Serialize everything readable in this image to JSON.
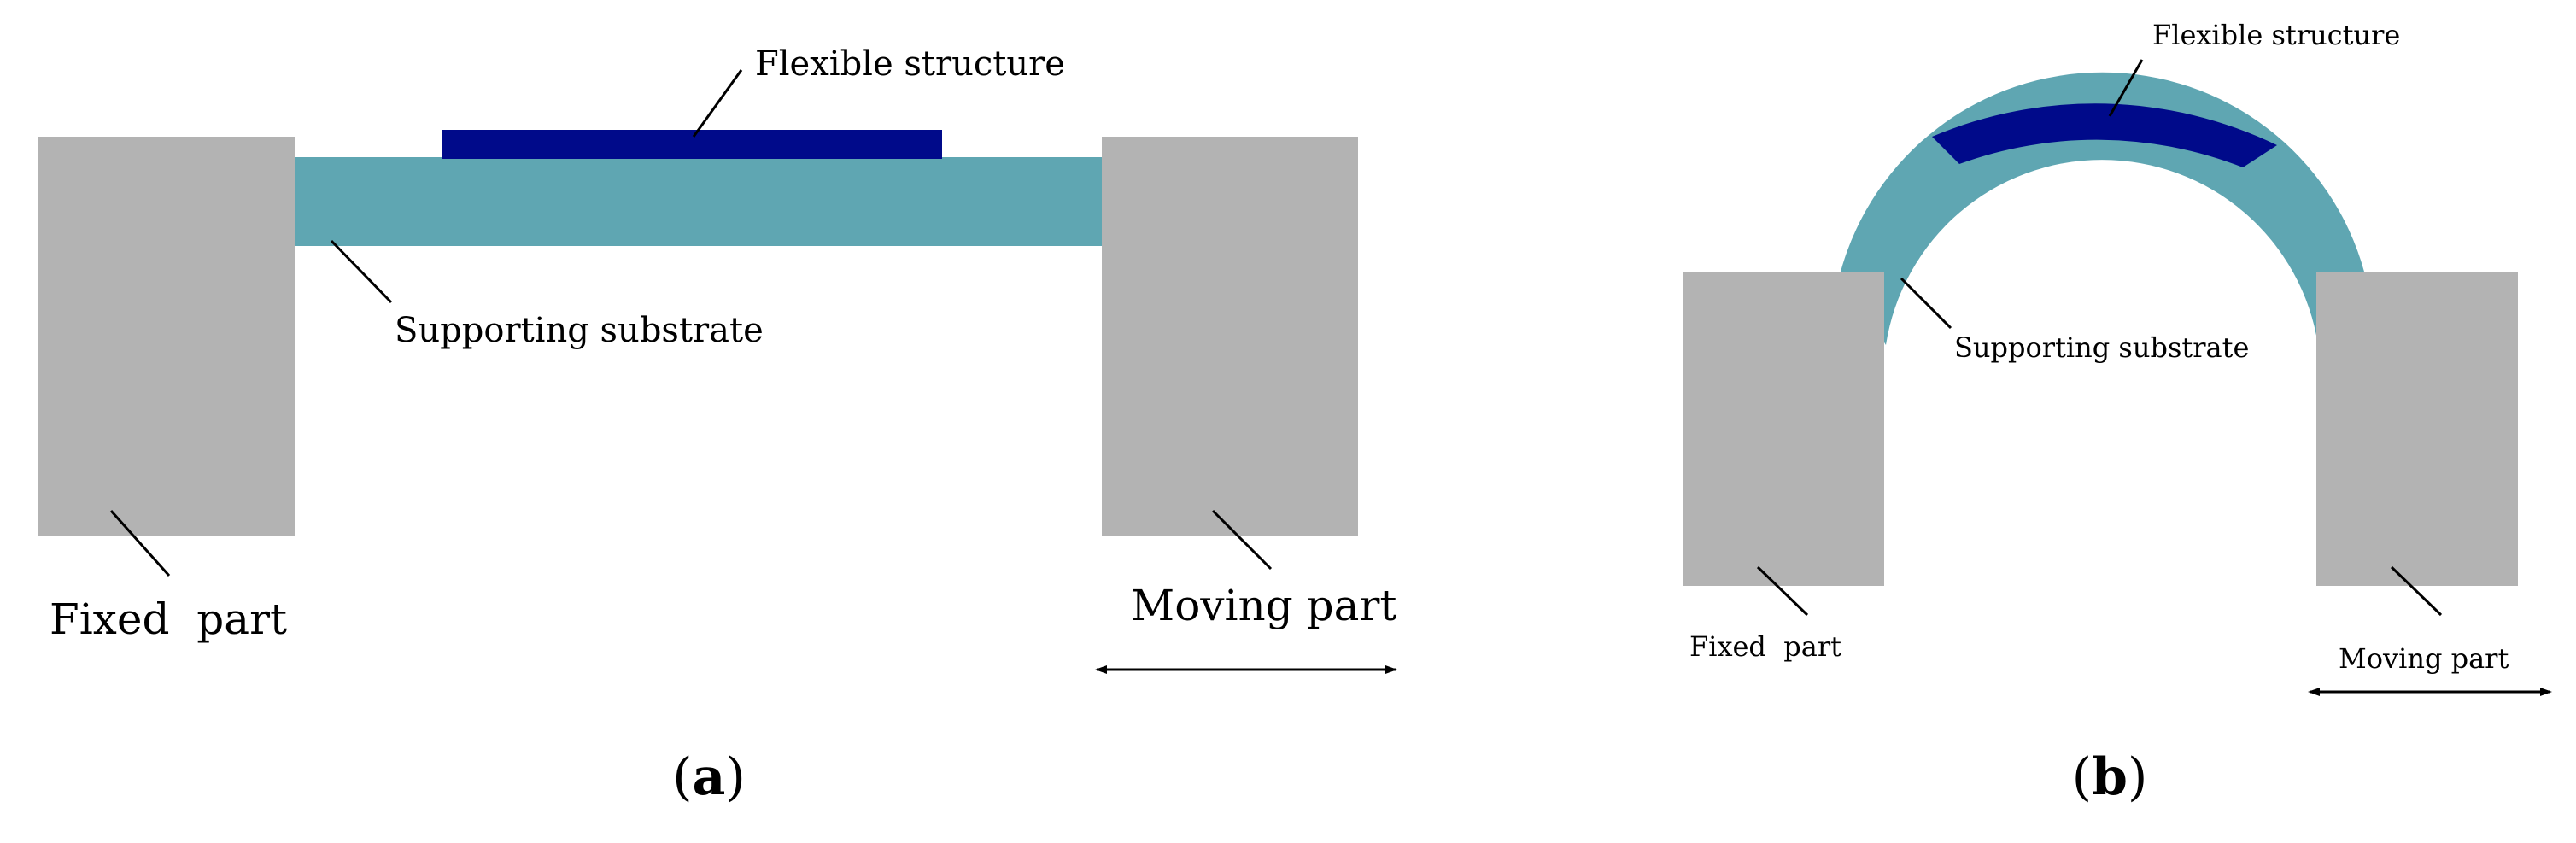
{
  "colors": {
    "block": "#b3b3b3",
    "substrate": "#5fa6b2",
    "flexible": "#000a8a",
    "background": "#ffffff",
    "line": "#000000"
  },
  "panels": [
    {
      "id": "a",
      "caption": "(a)",
      "caption_letter": "a",
      "state": "flat",
      "labels": {
        "flexible_structure": "Flexible structure",
        "supporting_substrate": "Supporting substrate",
        "fixed_part": "Fixed  part",
        "moving_part": "Moving part"
      }
    },
    {
      "id": "b",
      "caption": "(b)",
      "caption_letter": "b",
      "state": "bent",
      "labels": {
        "flexible_structure": "Flexible structure",
        "supporting_substrate": "Supporting substrate",
        "fixed_part": "Fixed  part",
        "moving_part": "Moving part"
      }
    }
  ]
}
